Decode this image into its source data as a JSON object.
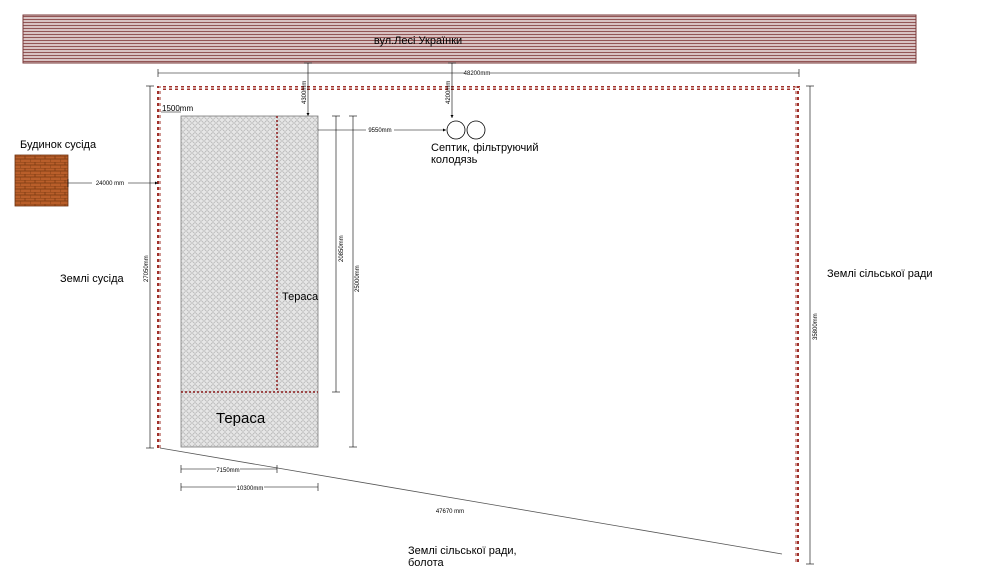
{
  "street": {
    "name": "вул.Лесі Українки"
  },
  "labels": {
    "neighbor_house": "Будинок сусіда",
    "neighbor_land": "Землі сусіда",
    "council_land": "Землі сільської ради",
    "swamp_line1": "Землі сільської ради,",
    "swamp_line2": "болота",
    "septic_line1": "Септик, фільтруючий",
    "septic_line2": "колодязь",
    "terrace_right": "Тераса",
    "terrace_bottom": "Тераса"
  },
  "dimensions": {
    "top_width": "48200mm",
    "neighbor_offset": "24000  mm",
    "house_offset": "1500mm",
    "septic_offset": "9550mm",
    "street_gap_1": "4300mm",
    "street_gap_2": "4200mm",
    "left_side": "27050mm",
    "house_depth": "20850mm",
    "house_full_depth": "25000mm",
    "right_side": "35800mm",
    "house_width_inner": "7150mm",
    "house_width": "10300mm",
    "bottom_diagonal": "47670 mm"
  },
  "colors": {
    "street_fill": "#c0a3a3",
    "street_line": "#7a3a3a",
    "fence_dots": "#8b1a1a",
    "brick": "#b85c28",
    "brick_mortar": "#7a3a14",
    "house_fill": "#e3e3e3",
    "house_grid": "#a8a8a8"
  }
}
